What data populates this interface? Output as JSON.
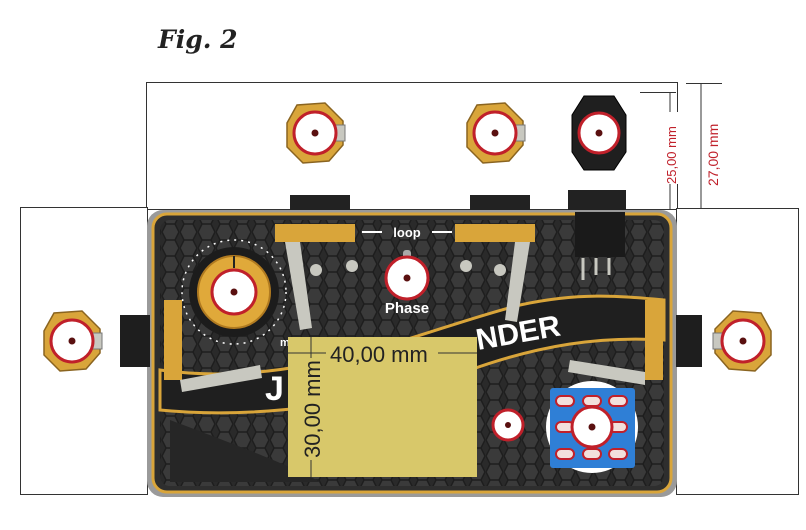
{
  "figure": {
    "title": "Fig. 2"
  },
  "dimensions": {
    "top_height_inner": "25,00 mm",
    "top_height_outer": "27,00 mm",
    "area_width": "40,00 mm",
    "area_height": "30,00 mm"
  },
  "labels": {
    "loop": "loop",
    "phase": "Phase",
    "knob_partial": "m",
    "brand_partial_left": "J",
    "brand_partial_right": "NDER"
  },
  "colors": {
    "dimension_red": "#c0202a",
    "enclosure_dark": "#2e2e2e",
    "gold": "#d9a53a",
    "clearance_area": "#d8c86a",
    "switch_blue": "#2f7fd6"
  }
}
